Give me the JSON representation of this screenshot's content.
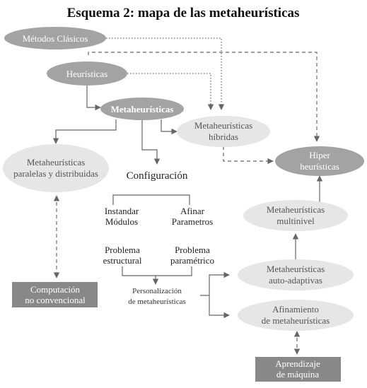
{
  "title": "Esquema 2: mapa de las metaheurísticas",
  "nodes": {
    "metodos_clasicos": "Métodos Clásicos",
    "heuristicas": "Heurísticas",
    "metaheuristicas": "Metaheurísticas",
    "paralelas": [
      "Metaheurísticas",
      "paralelas y distribuidas"
    ],
    "hibridas": [
      "Metaheurísticas",
      "híbridas"
    ],
    "hiper": [
      "Hiper",
      "heurísticas"
    ],
    "configuracion": "Configuración",
    "instandar": [
      "Instandar",
      "Módulos"
    ],
    "afinar": [
      "Afinar",
      "Parametros"
    ],
    "multinivel": [
      "Metaheurísticas",
      "multinivel"
    ],
    "problema_estructural": [
      "Problema",
      "estructural"
    ],
    "problema_parametrico": [
      "Problema",
      "paramétrico"
    ],
    "auto_adaptivas": [
      "Metaheurísticas",
      "auto-adaptivas"
    ],
    "personalizacion": [
      "Personalización",
      "de metaheurísticas"
    ],
    "afinamiento": [
      "Afinamiento",
      "de metaheurísticas"
    ],
    "computacion": [
      "Computación",
      "no convencional"
    ],
    "aprendizaje": [
      "Aprendizaje",
      "de máquina"
    ]
  },
  "colors": {
    "dark_ellipse": "#a3a3a3",
    "light_ellipse": "#e6e6e6",
    "box": "#888888",
    "line": "#666666"
  }
}
